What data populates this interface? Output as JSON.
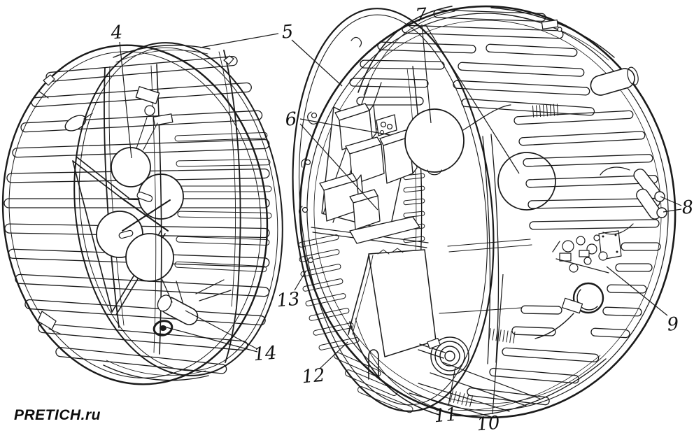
{
  "figure": {
    "kind": "technical-line-illustration",
    "callouts": [
      {
        "label": "4"
      },
      {
        "label": "5"
      },
      {
        "label": "6"
      },
      {
        "label": "7"
      },
      {
        "label": "8"
      },
      {
        "label": "9"
      },
      {
        "label": "10"
      },
      {
        "label": "11"
      },
      {
        "label": "12"
      },
      {
        "label": "13"
      },
      {
        "label": "14"
      }
    ]
  },
  "watermark": {
    "text": "PRETICH.ru"
  },
  "colors": {
    "background": "#ffffff",
    "ink": "#1a1a1a"
  }
}
